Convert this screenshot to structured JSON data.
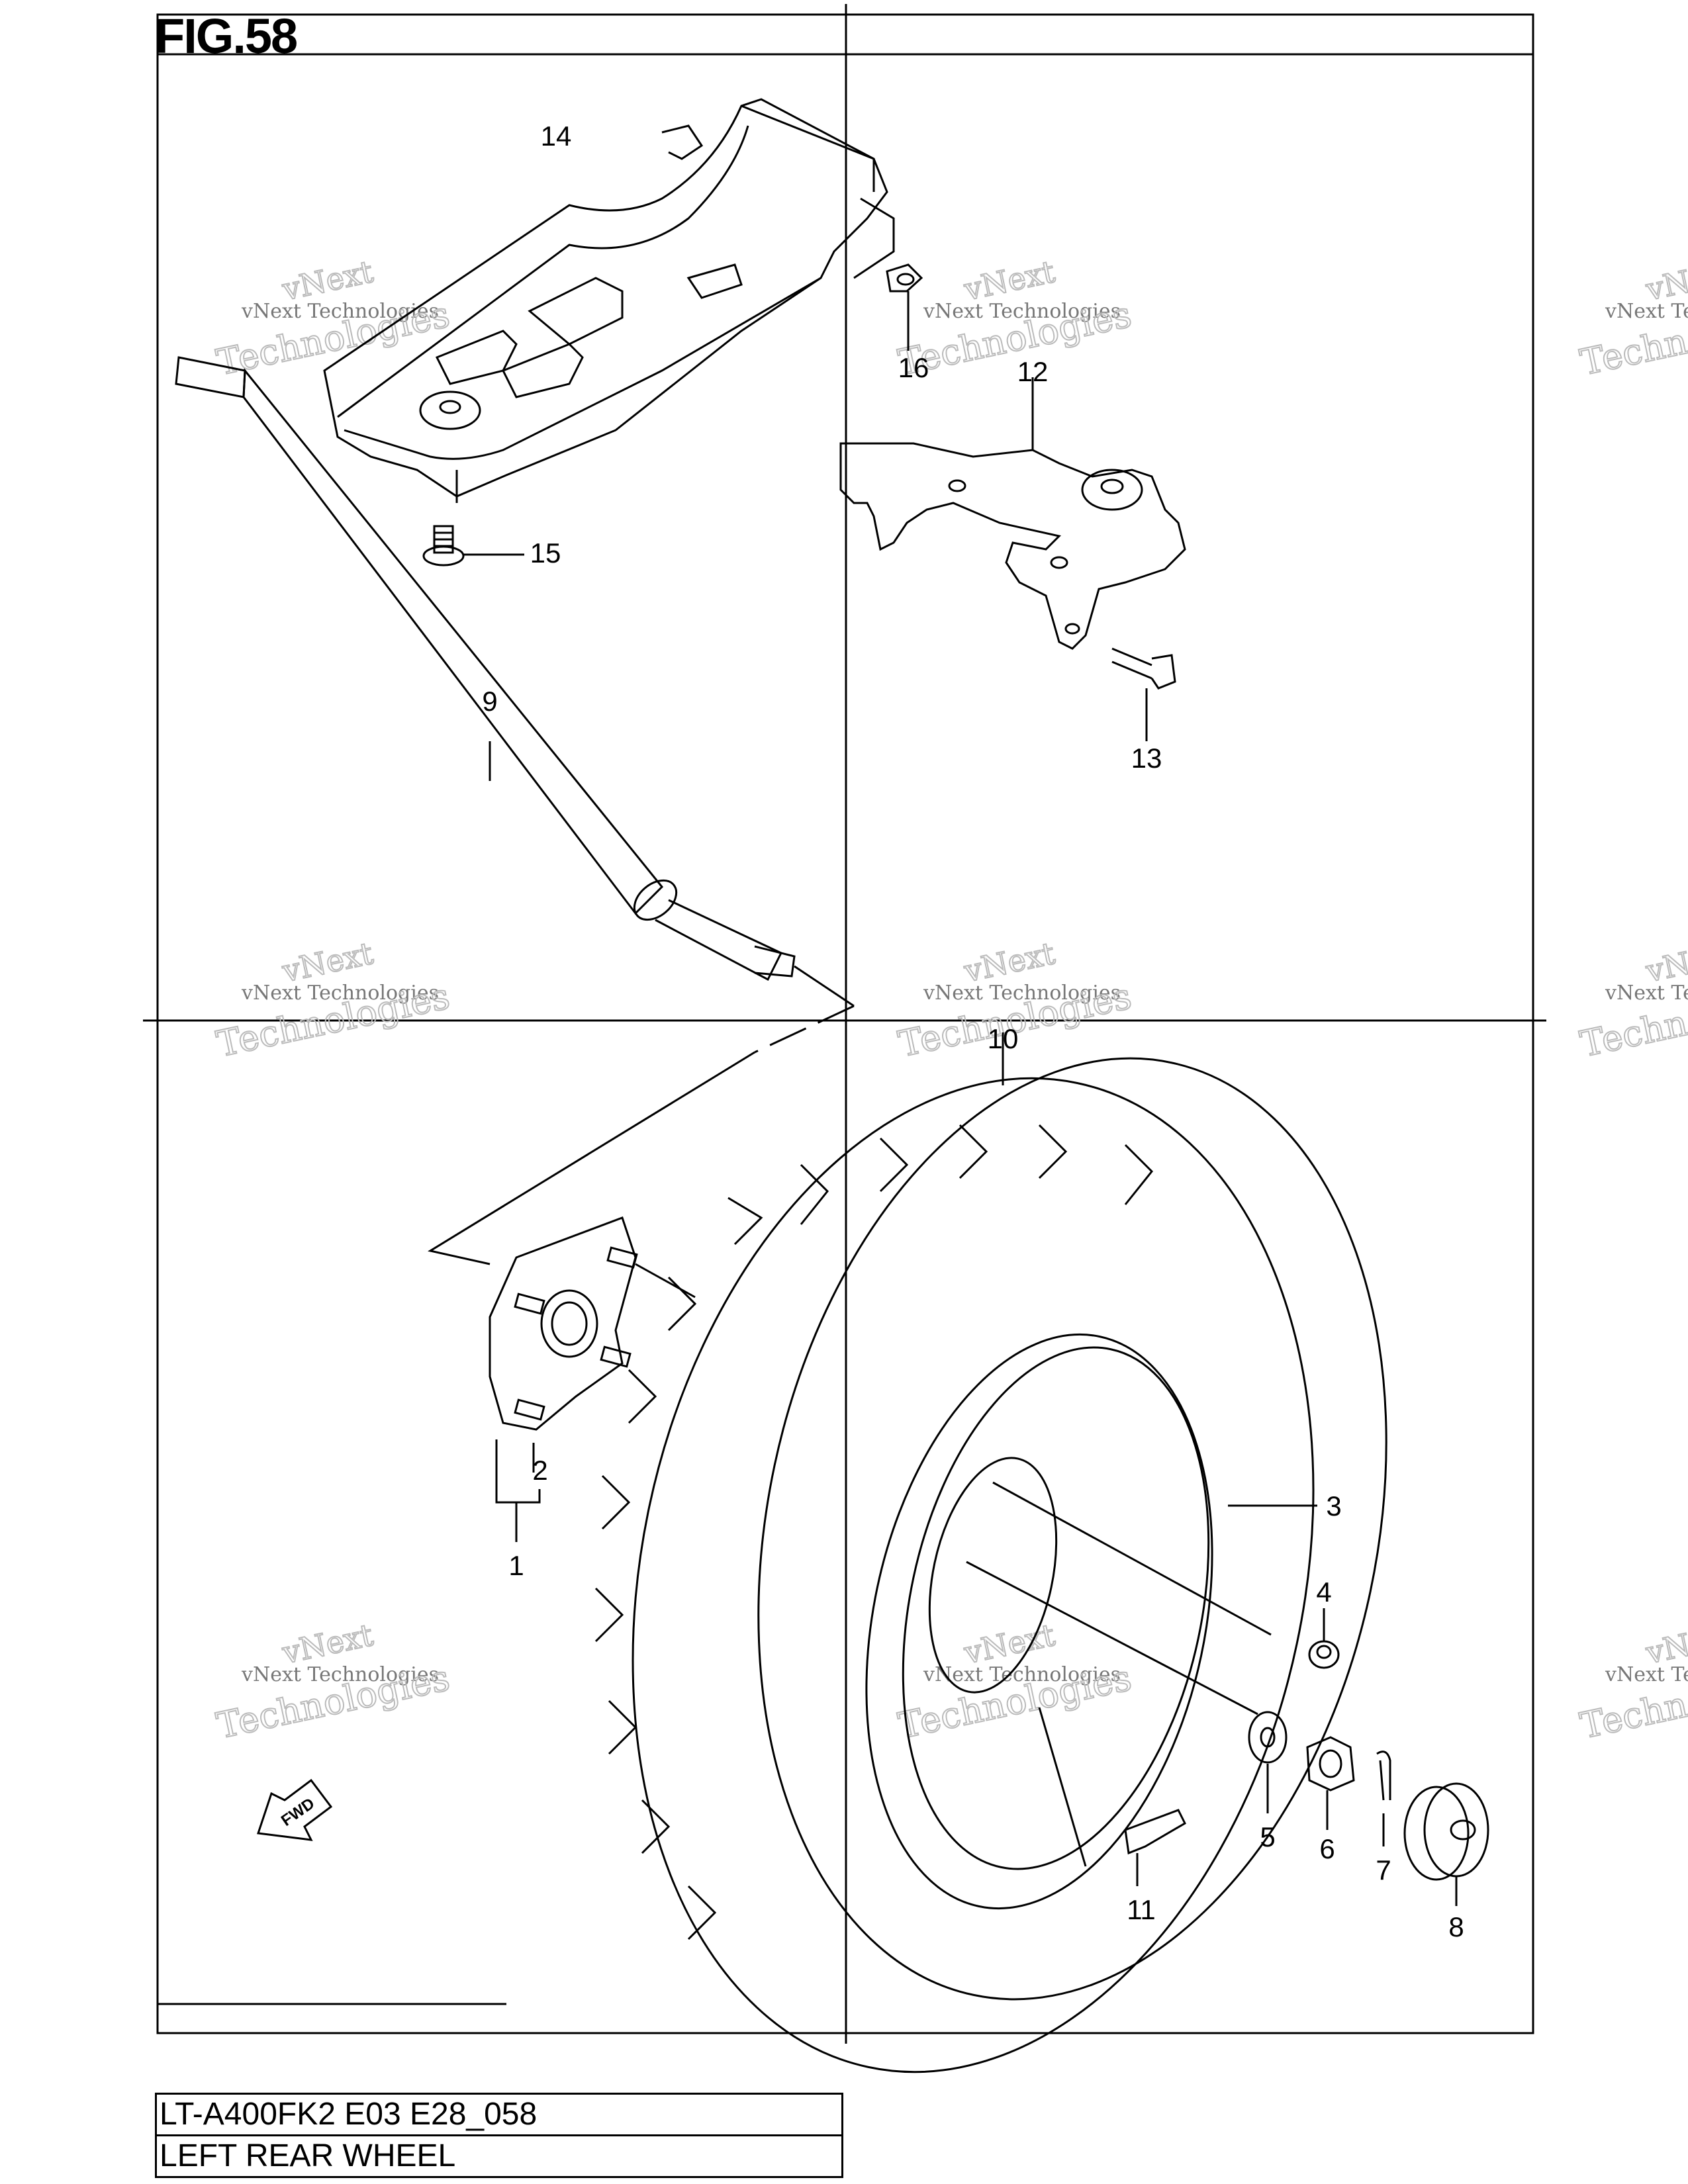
{
  "figure": {
    "title": "FIG.58",
    "model_code": "LT-A400FK2 E03 E28_058",
    "part_group": "LEFT REAR WHEEL",
    "direction_badge": "FWD"
  },
  "watermark": {
    "line1": "vNext Technologies",
    "line2": "vNext",
    "line3": "Technologies"
  },
  "callouts": [
    {
      "id": "14",
      "label": "14"
    },
    {
      "id": "16",
      "label": "16"
    },
    {
      "id": "12",
      "label": "12"
    },
    {
      "id": "15",
      "label": "15"
    },
    {
      "id": "9",
      "label": "9"
    },
    {
      "id": "13",
      "label": "13"
    },
    {
      "id": "10",
      "label": "10"
    },
    {
      "id": "2",
      "label": "2"
    },
    {
      "id": "1",
      "label": "1"
    },
    {
      "id": "3",
      "label": "3"
    },
    {
      "id": "4",
      "label": "4"
    },
    {
      "id": "5",
      "label": "5"
    },
    {
      "id": "6",
      "label": "6"
    },
    {
      "id": "7",
      "label": "7"
    },
    {
      "id": "8",
      "label": "8"
    },
    {
      "id": "11",
      "label": "11"
    }
  ],
  "icons": {
    "fwd_arrow": "fwd-arrow-icon",
    "skid_plate": "skid-plate-icon",
    "bracket": "bracket-icon",
    "axle": "axle-shaft-icon",
    "hub": "wheel-hub-icon",
    "tire": "tire-icon",
    "rim": "wheel-rim-icon"
  }
}
